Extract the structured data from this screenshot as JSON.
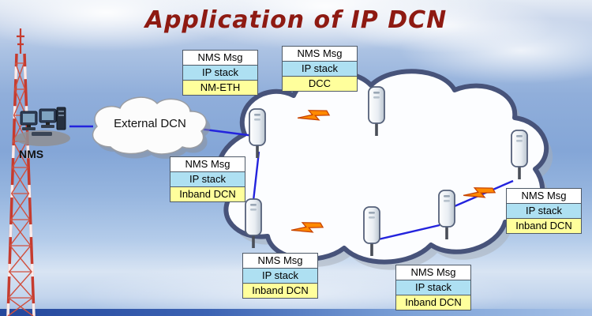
{
  "title": "Application of IP DCN",
  "labels": {
    "nms": "NMS",
    "external_dcn": "External DCN"
  },
  "stacks": [
    {
      "name": "nm-eth",
      "rows": [
        "NMS Msg",
        "IP stack",
        "NM-ETH"
      ]
    },
    {
      "name": "dcc",
      "rows": [
        "NMS Msg",
        "IP stack",
        "DCC"
      ]
    },
    {
      "name": "inband-dcn-left",
      "rows": [
        "NMS Msg",
        "IP stack",
        "Inband DCN"
      ]
    },
    {
      "name": "inband-dcn-bottom",
      "rows": [
        "NMS Msg",
        "IP stack",
        "Inband DCN"
      ]
    },
    {
      "name": "inband-dcn-bottom-right",
      "rows": [
        "NMS Msg",
        "IP stack",
        "Inband DCN"
      ]
    },
    {
      "name": "inband-dcn-right",
      "rows": [
        "NMS Msg",
        "IP stack",
        "Inband DCN"
      ]
    }
  ],
  "colors": {
    "title_color": "#8e1a12",
    "row_plain_bg": "#ffffff",
    "row_ip_stack_bg": "#aee0f2",
    "row_highlight_bg": "#ffff9c",
    "link_line": "#2323dd",
    "cloud_outline": "#47537a",
    "lightning": "#ff8a00",
    "tower_red": "#c63b2e"
  },
  "icons": {
    "telecom-tower": "red-white lattice mast",
    "nms-computers": "two workstations on shadow",
    "external-dcn-cloud": "small white cloud",
    "ip-dcn-cloud": "large outlined cloud",
    "radio-device": "microwave antenna panel on pole",
    "wireless-link": "orange lightning bolt"
  }
}
